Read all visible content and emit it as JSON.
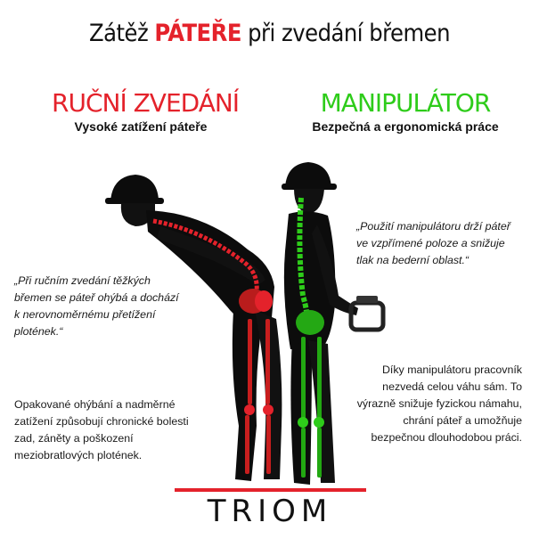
{
  "title": {
    "part1": "Zátěž ",
    "highlight": "PÁTEŘE",
    "part2": " při zvedání břemen"
  },
  "left": {
    "heading": "RUČNÍ ZVEDÁNÍ",
    "subheading": "Vysoké zatížení páteře",
    "quote": "„Při ručním zvedání těžkých břemen se páteř ohýbá a dochází k nerovnoměrnému přetížení plotének.“",
    "text": "Opakované ohýbání a nadměrné zatížení způsobují chronické bolesti zad, záněty a poškození meziobratlových plotének."
  },
  "right": {
    "heading": "MANIPULÁTOR",
    "subheading": "Bezpečná a ergonomická práce",
    "quote": "„Použití manipulátoru drží páteř ve vzpřímené poloze a snižuje tlak na bederní oblast.“",
    "text": "Díky manipulátoru pracovník nezvedá celou váhu sám. To výrazně snižuje fyzickou námahu, chrání páteř a umožňuje bezpečnou dlouhodobou práci."
  },
  "colors": {
    "red": "#e4222b",
    "green": "#2ecc1a",
    "figure": "#0c0c0c",
    "helmet": "#0c0c0c"
  },
  "icons": [
    "hard-hat-icon",
    "spine-icon",
    "manipulator-handle-icon",
    "triom-logo"
  ],
  "logo": {
    "text": "TRIOM"
  }
}
